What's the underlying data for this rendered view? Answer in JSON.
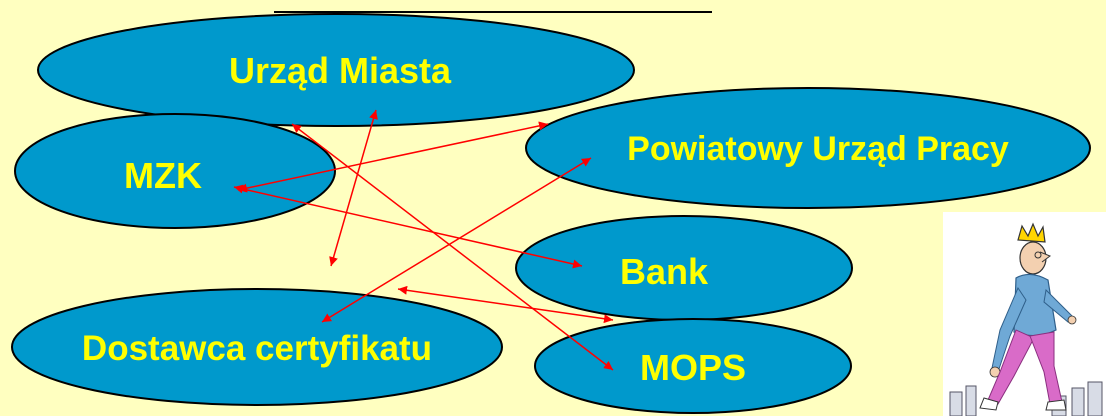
{
  "colors": {
    "background": "#FFFFC0",
    "node_fill": "#0099CC",
    "node_stroke": "#000000",
    "label_text": "#FFFF00",
    "arrow": "#FF0000"
  },
  "nodes": {
    "urzad_miasta": "Urząd Miasta",
    "pup": "Powiatowy Urząd Pracy",
    "mzk": "MZK",
    "bank": "Bank",
    "dostawca": "Dostawca certyfikatu",
    "mops": "MOPS"
  },
  "illustration": "walking-man-with-crown-icon"
}
